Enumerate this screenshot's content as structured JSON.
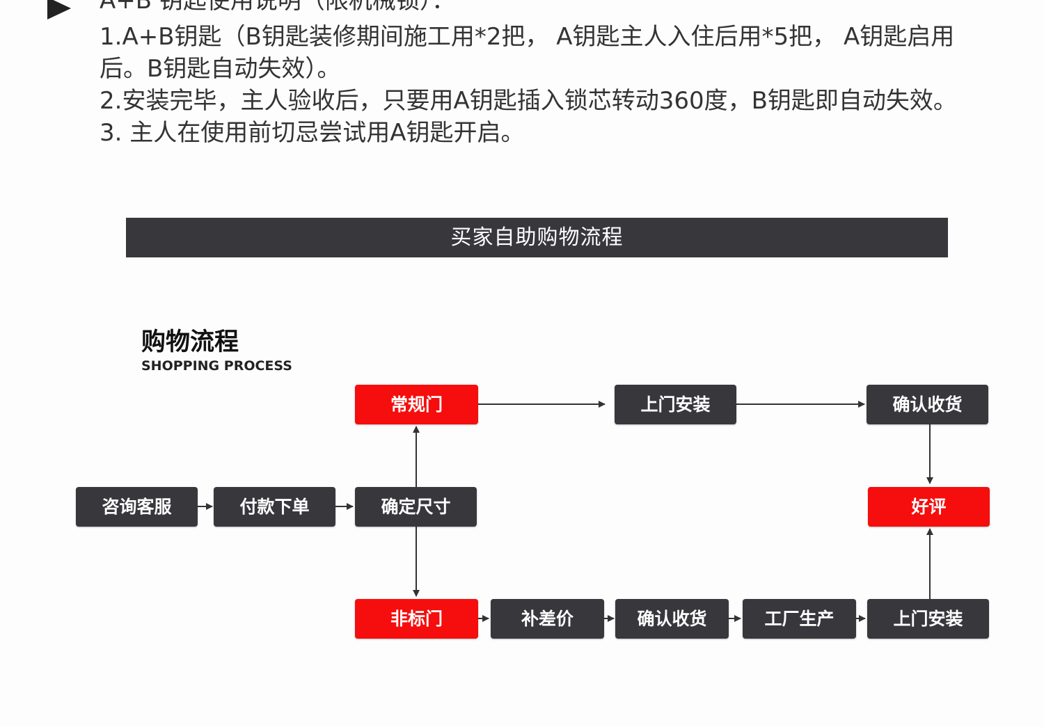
{
  "instructions": {
    "heading": "A+B 钥匙使用说明（限机械锁）：",
    "lines": [
      "1.A+B钥匙（B钥匙装修期间施工用*2把， A钥匙主人入住后用*5把， A钥匙启用",
      "后。B钥匙自动失效）。",
      "2.安装完毕，主人验收后，只要用A钥匙插入锁芯转动360度，B钥匙即自动失效。",
      "3. 主人在使用前切忌尝试用A钥匙开启。"
    ]
  },
  "banner": {
    "title": "买家自助购物流程"
  },
  "process": {
    "title": "购物流程",
    "subtitle": "SHOPPING PROCESS",
    "steps": {
      "consult": "咨询客服",
      "pay": "付款下单",
      "measure": "确定尺寸",
      "standard": "常规门",
      "install_top": "上门安装",
      "confirm_top": "确认收货",
      "review": "好评",
      "nonstandard": "非标门",
      "price_diff": "补差价",
      "confirm_bottom": "确认收货",
      "factory": "工厂生产",
      "install_bottom": "上门安装"
    }
  },
  "colors": {
    "dark_box": "#38373c",
    "red_box": "#f60d0d",
    "text": "#333333"
  }
}
